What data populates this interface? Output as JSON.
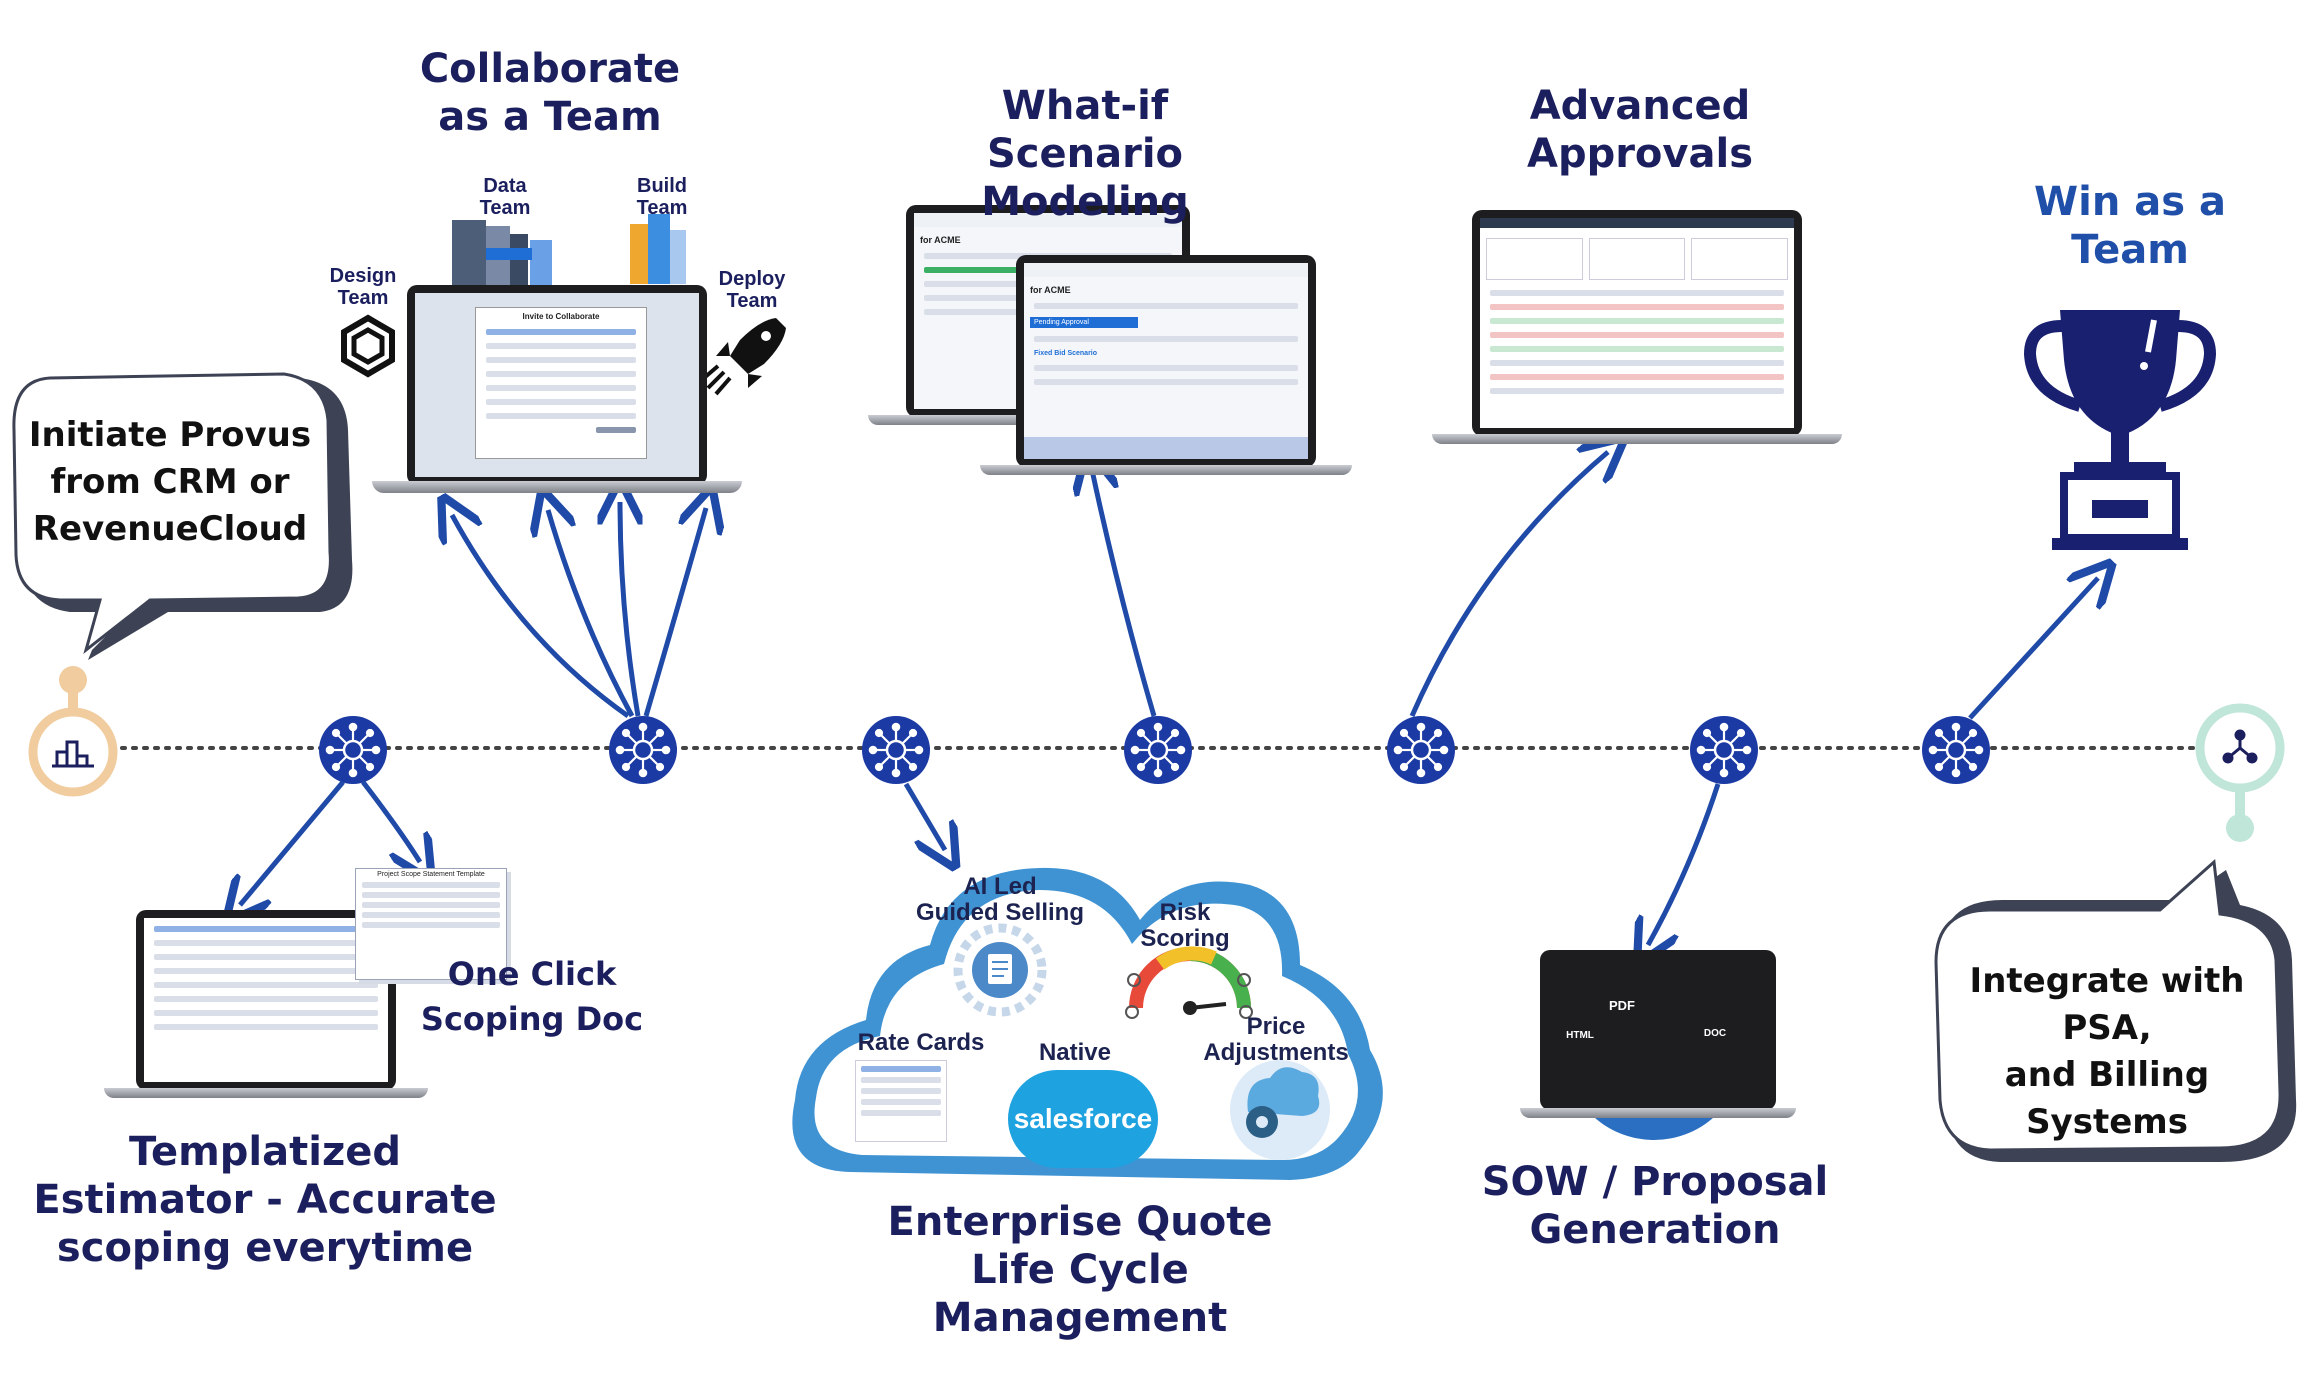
{
  "titles": {
    "collaborate": [
      "Collaborate",
      "as a Team"
    ],
    "whatif": [
      "What-if",
      "Scenario Modeling"
    ],
    "approvals": [
      "Advanced",
      "Approvals"
    ],
    "win": [
      "Win as a",
      "Team"
    ],
    "templatized": [
      "Templatized",
      "Estimator - Accurate",
      "scoping everytime"
    ],
    "quote": [
      "Enterprise Quote",
      "Life Cycle Management"
    ],
    "sow": [
      "SOW / Proposal",
      "Generation"
    ]
  },
  "teams": {
    "data": [
      "Data",
      "Team"
    ],
    "build": [
      "Build",
      "Team"
    ],
    "design": [
      "Design",
      "Team"
    ],
    "deploy": [
      "Deploy",
      "Team"
    ]
  },
  "bubbles": {
    "initiate": [
      "Initiate Provus",
      "from CRM or",
      "RevenueCloud"
    ],
    "integrate": [
      "Integrate with PSA,",
      "and Billing",
      "Systems"
    ]
  },
  "one_click": [
    "One Click",
    "Scoping Doc"
  ],
  "doc_template_title": "Project Scope Statement Template",
  "cloud_labels": {
    "ai": [
      "AI Led",
      "Guided Selling"
    ],
    "risk": [
      "Risk",
      "Scoring"
    ],
    "price": [
      "Price",
      "Adjustments"
    ],
    "rate": "Rate Cards",
    "native": "Native",
    "salesforce": "salesforce"
  },
  "file_badges": {
    "pdf": "PDF",
    "html": "HTML",
    "doc": "DOC"
  },
  "screen_text": {
    "collab_dialog": "Invite to Collaborate",
    "acme": "for ACME",
    "acme2": "for ACME",
    "pending": "Pending Approval",
    "scenario": "Fixed Bid Scenario"
  },
  "colors": {
    "navy": "#1c1f5e",
    "node_blue": "#1b3aa3",
    "arrow_blue": "#1f4aa8",
    "cloud_blue": "#3f93d3",
    "tan": "#f0cc9e",
    "mint": "#bfe6d8",
    "bubble_border": "#3d4354"
  },
  "icons": [
    "bar-chart-icon",
    "network-node-icon",
    "share-icon",
    "trophy-icon",
    "rocket-icon",
    "hexagon-logo-icon",
    "server-icon",
    "gauge-icon",
    "gear-icon",
    "pdf-icon"
  ]
}
